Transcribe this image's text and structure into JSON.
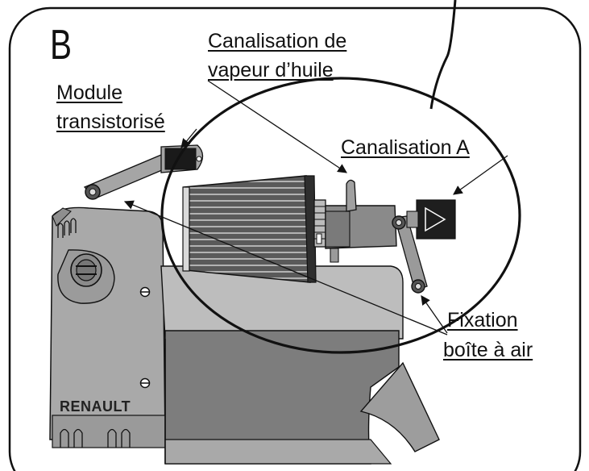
{
  "panel_letter": "B",
  "brand_text": "RENAULT",
  "labels": {
    "oil_vapour_line_1": "Canalisation de",
    "oil_vapour_line_2": "vapeur d’huile",
    "module_line_1": "Module",
    "module_line_2": "transistorisé",
    "pipe_a": "Canalisation A",
    "airbox_line_1": "Fixation",
    "airbox_line_2": "boîte à air"
  },
  "colors": {
    "outline": "#111111",
    "engine_grey": "#a9a9a9",
    "engine_dark": "#7d7d7d",
    "filter_dark": "#3a3a3a",
    "component_black": "#1a1a1a"
  }
}
